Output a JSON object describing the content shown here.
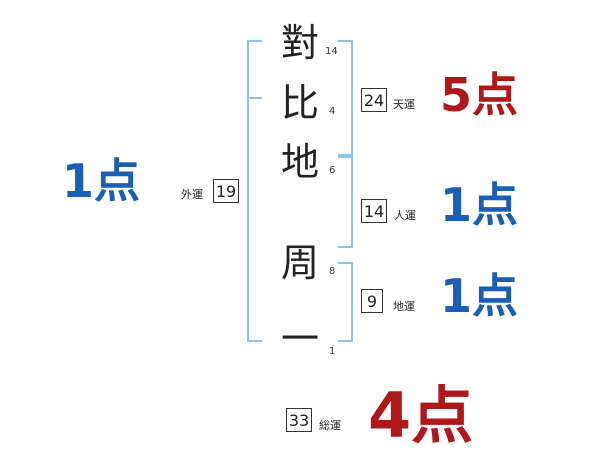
{
  "name_chars": [
    {
      "char": "對",
      "strokes": "14"
    },
    {
      "char": "比",
      "strokes": "4"
    },
    {
      "char": "地",
      "strokes": "6"
    },
    {
      "char": "周",
      "strokes": "8"
    },
    {
      "char": "一",
      "strokes": "1"
    }
  ],
  "gaiun": {
    "label": "外運",
    "value": "19",
    "score": "1点"
  },
  "tenun": {
    "label": "天運",
    "value": "24",
    "score": "5点"
  },
  "jinun": {
    "label": "人運",
    "value": "14",
    "score": "1点"
  },
  "chiun": {
    "label": "地運",
    "value": "9",
    "score": "1点"
  },
  "souun": {
    "label": "総運",
    "value": "33",
    "score": "4点"
  },
  "colors": {
    "bracket": "#89c4e6",
    "blue": "#1a5fb4",
    "red": "#b0171a"
  }
}
